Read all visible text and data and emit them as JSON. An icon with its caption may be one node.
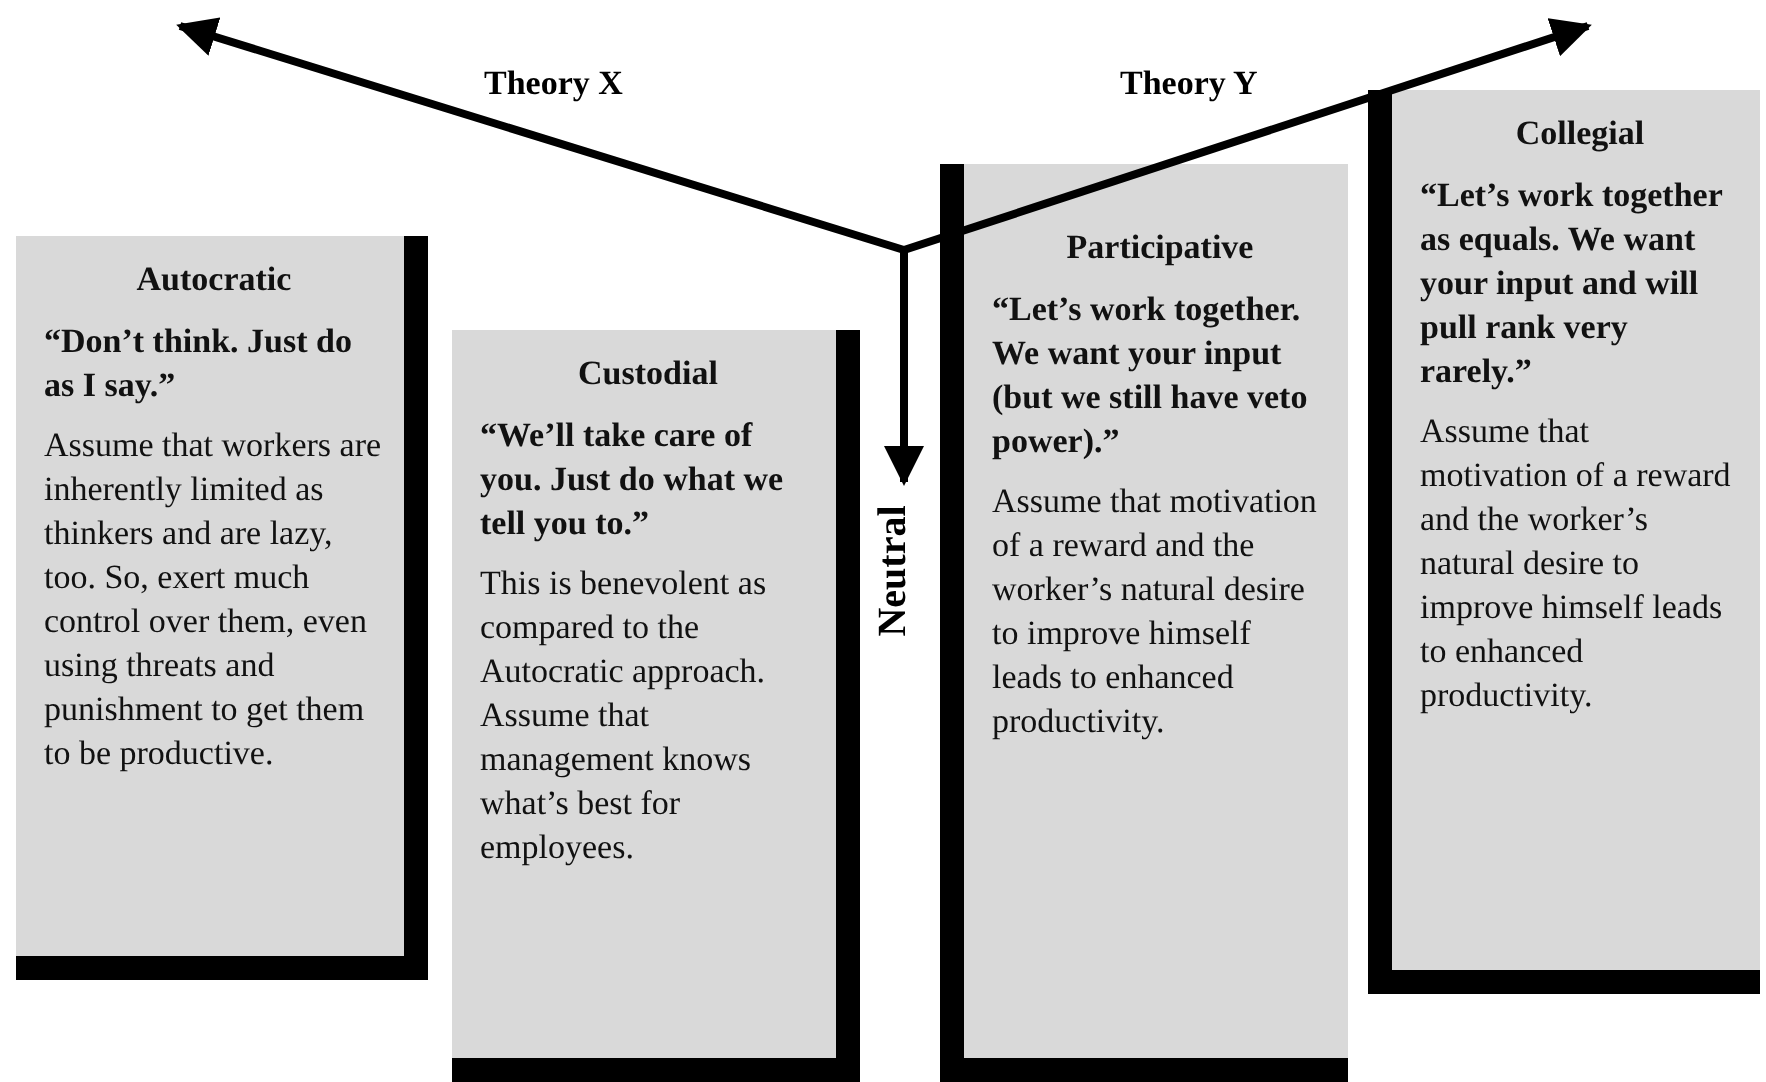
{
  "diagram": {
    "nodes": [
      {
        "text": [
          "Autocratic",
          "“Don’t think. Just do as I say.”",
          "Assume that workers are inherently limited as thinkers and are lazy, too. So, exert much control over them, even using threats and punishment to get them to be productive."
        ]
      },
      {
        "text": [
          "Custodial",
          "“We’ll take care of you. Just do what we tell you to.”",
          "This is benevolent as compared to the Autocratic approach. Assume that management knows what’s best for employees."
        ]
      },
      {
        "text": [
          "Participative",
          "“Let’s work together. We want your input (but we still have veto power).”",
          "Assume that motivation of a reward and the worker’s natural desire to improve himself leads to enhanced productivity."
        ]
      },
      {
        "text": [
          "Collegial",
          "“Let’s work together as equals. We want your input and will pull rank very rarely.”",
          "Assume that motivation of a reward and the worker’s natural desire to improve himself leads to enhanced productivity."
        ]
      }
    ],
    "labels": [
      "Theory X",
      "Theory Y",
      "Neutral"
    ]
  }
}
